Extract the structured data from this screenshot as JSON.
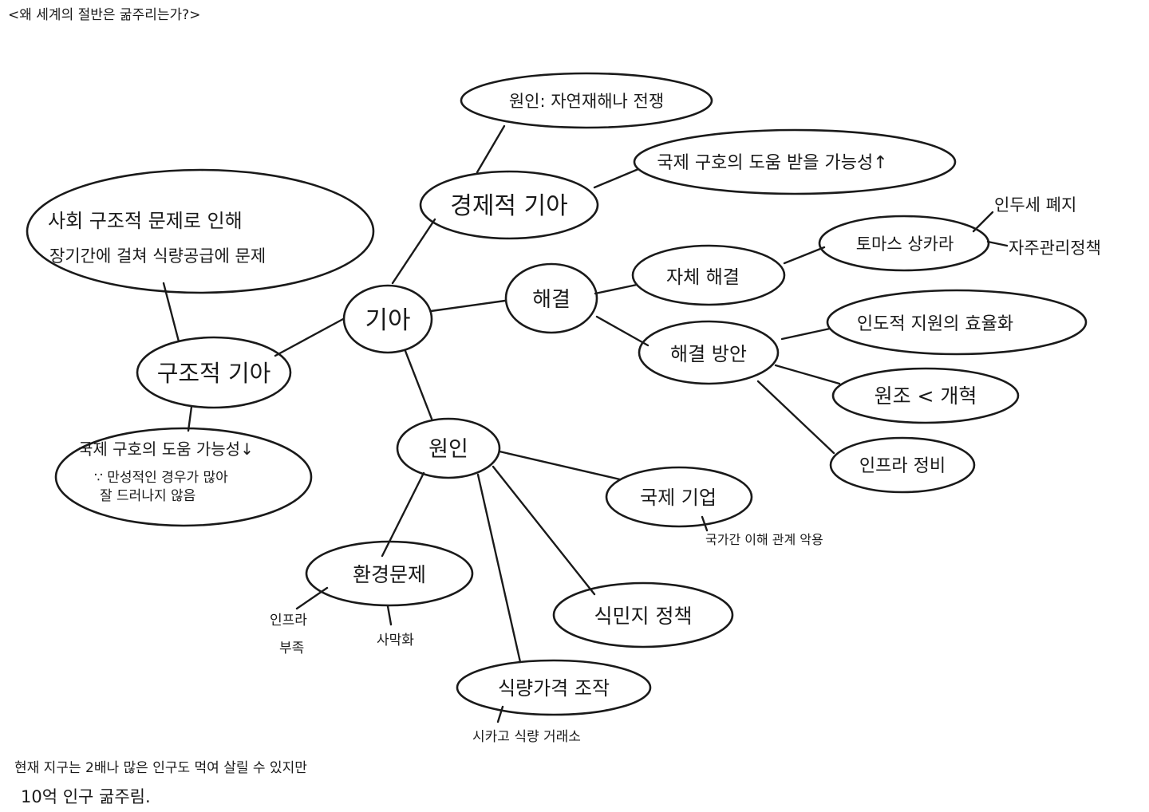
{
  "title": "<왜 세계의 절반은 굶주리는가?>",
  "center": "기아",
  "branches": {
    "economic": {
      "label": "경제적 기아",
      "cause": "원인: 자연재해나 전쟁",
      "effect": "국제 구호의 도움 받을 가능성↑"
    },
    "structural": {
      "label": "구조적 기아",
      "desc_line1": "사회 구조적 문제로 인해",
      "desc_line2": "장기간에 걸쳐 식량공급에 문제",
      "effect_line1": "국제 구호의 도움 가능성↓",
      "effect_line2": "∵ 만성적인 경우가 많아",
      "effect_line3": "잘 드러나지 않음"
    },
    "solution": {
      "label": "해결",
      "self": "자체 해결",
      "thomas": "토마스 상카라",
      "thomas_sub1": "인두세 폐지",
      "thomas_sub2": "자주관리정책",
      "plan": "해결 방안",
      "plan_sub1": "인도적 지원의 효율화",
      "plan_sub2": "원조 < 개혁",
      "plan_sub3": "인프라 정비"
    },
    "cause": {
      "label": "원인",
      "company": "국제 기업",
      "company_note": "국가간 이해 관계 악용",
      "env": "환경문제",
      "env_sub1_line1": "인프라",
      "env_sub1_line2": "부족",
      "env_sub2": "사막화",
      "colonial": "식민지 정책",
      "price": "식량가격 조작",
      "price_note": "시카고 식량 거래소"
    }
  },
  "footer": {
    "line1": "현재 지구는 2배나 많은 인구도 먹여 살릴 수 있지만",
    "line2": "10억 인구 굶주림."
  }
}
